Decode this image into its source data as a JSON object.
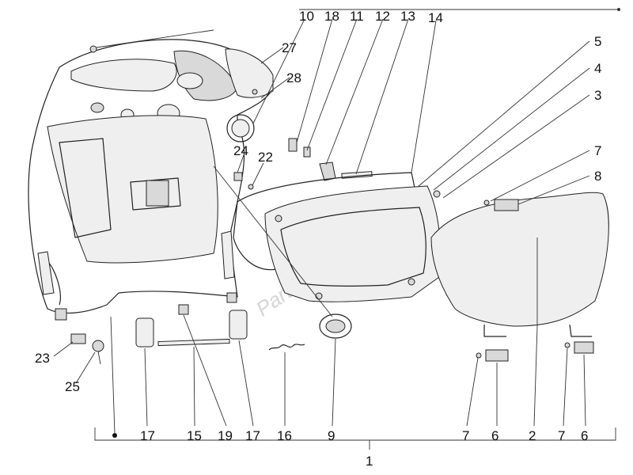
{
  "watermark": "PartsRepublik",
  "labels": {
    "n1": "1",
    "n2": "2",
    "n3": "3",
    "n4": "4",
    "n5": "5",
    "n6a": "6",
    "n6b": "6",
    "n7a": "7",
    "n7b": "7",
    "n7c": "7",
    "n8": "8",
    "n9": "9",
    "n10": "10",
    "n11": "11",
    "n12": "12",
    "n13": "13",
    "n14": "14",
    "n15": "15",
    "n16": "16",
    "n17a": "17",
    "n17b": "17",
    "n18": "18",
    "n19": "19",
    "n22": "22",
    "n23": "23",
    "n24": "24",
    "n25": "25",
    "n27": "27",
    "n28": "28"
  }
}
